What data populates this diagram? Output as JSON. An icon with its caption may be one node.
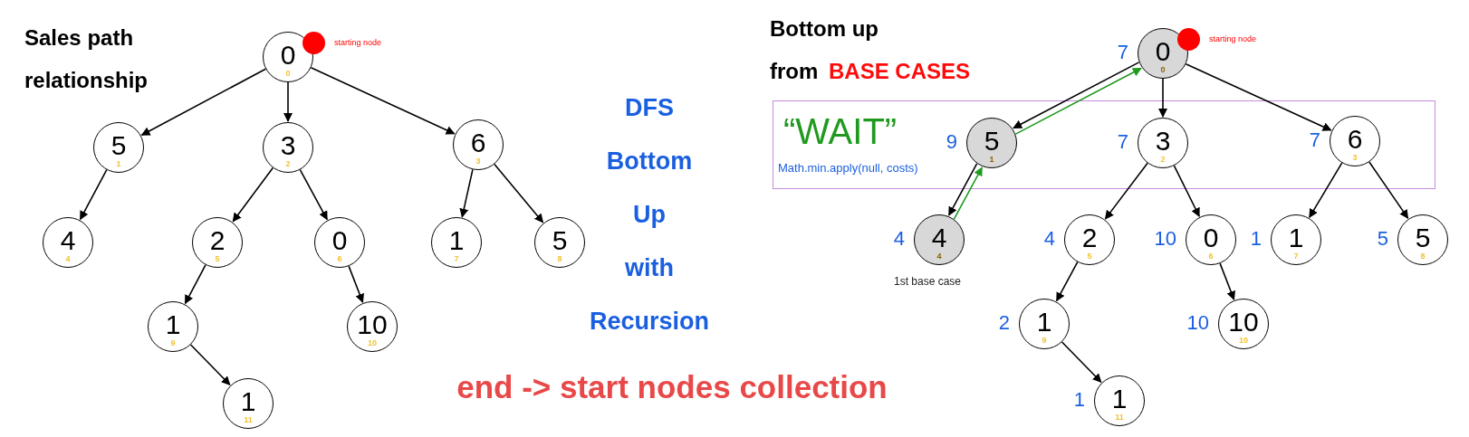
{
  "diagram": {
    "nodes": [
      {
        "text": [
          "0",
          "0"
        ],
        "beside": [
          "starting node"
        ]
      },
      {
        "text": [
          "5",
          "1"
        ]
      },
      {
        "text": [
          "3",
          "2"
        ]
      },
      {
        "text": [
          "6",
          "3"
        ]
      },
      {
        "text": [
          "4",
          "4"
        ]
      },
      {
        "text": [
          "2",
          "5"
        ]
      },
      {
        "text": [
          "0",
          "6"
        ]
      },
      {
        "text": [
          "1",
          "7"
        ]
      },
      {
        "text": [
          "5",
          "8"
        ]
      },
      {
        "text": [
          "1",
          "9"
        ]
      },
      {
        "text": [
          "10",
          "10"
        ]
      },
      {
        "text": [
          "1",
          "11"
        ]
      },
      {
        "text": [
          "0",
          "0"
        ],
        "beside": [
          "7",
          "starting node"
        ]
      },
      {
        "text": [
          "5",
          "1"
        ],
        "beside": [
          "9"
        ]
      },
      {
        "text": [
          "3",
          "2"
        ],
        "beside": [
          "7"
        ]
      },
      {
        "text": [
          "6",
          "3"
        ],
        "beside": [
          "7"
        ]
      },
      {
        "text": [
          "4",
          "4"
        ],
        "beside": [
          "4",
          "1st base case"
        ]
      },
      {
        "text": [
          "2",
          "5"
        ],
        "beside": [
          "4"
        ]
      },
      {
        "text": [
          "0",
          "6"
        ],
        "beside": [
          "10"
        ]
      },
      {
        "text": [
          "1",
          "7"
        ],
        "beside": [
          "1"
        ]
      },
      {
        "text": [
          "5",
          "8"
        ],
        "beside": [
          "5"
        ]
      },
      {
        "text": [
          "1",
          "9"
        ],
        "beside": [
          "2"
        ]
      },
      {
        "text": [
          "10",
          "10"
        ],
        "beside": [
          "10"
        ]
      },
      {
        "text": [
          "1",
          "11"
        ],
        "beside": [
          "1"
        ]
      }
    ],
    "edges": [
      {
        "from": 0,
        "to": 1,
        "arrow": "to"
      },
      {
        "from": 0,
        "to": 2,
        "arrow": "to"
      },
      {
        "from": 0,
        "to": 3,
        "arrow": "to"
      },
      {
        "from": 1,
        "to": 4,
        "arrow": "to"
      },
      {
        "from": 2,
        "to": 5,
        "arrow": "to"
      },
      {
        "from": 2,
        "to": 6,
        "arrow": "to"
      },
      {
        "from": 3,
        "to": 7,
        "arrow": "to"
      },
      {
        "from": 3,
        "to": 8,
        "arrow": "to"
      },
      {
        "from": 5,
        "to": 9,
        "arrow": "to"
      },
      {
        "from": 6,
        "to": 10,
        "arrow": "to"
      },
      {
        "from": 9,
        "to": 11,
        "arrow": "to"
      },
      {
        "from": 12,
        "to": 13,
        "arrow": "to"
      },
      {
        "from": 12,
        "to": 14,
        "arrow": "to"
      },
      {
        "from": 12,
        "to": 15,
        "arrow": "to"
      },
      {
        "from": 13,
        "to": 16,
        "arrow": "to"
      },
      {
        "from": 14,
        "to": 17,
        "arrow": "to"
      },
      {
        "from": 14,
        "to": 18,
        "arrow": "to"
      },
      {
        "from": 15,
        "to": 19,
        "arrow": "to"
      },
      {
        "from": 15,
        "to": 20,
        "arrow": "to"
      },
      {
        "from": 17,
        "to": 21,
        "arrow": "to"
      },
      {
        "from": 18,
        "to": 22,
        "arrow": "to"
      },
      {
        "from": 21,
        "to": 23,
        "arrow": "to"
      },
      {
        "from": 16,
        "to": 13,
        "arrow": "to",
        "color": "#1f9a1f"
      },
      {
        "from": 13,
        "to": 12,
        "arrow": "to",
        "color": "#1f9a1f"
      }
    ],
    "labels": [
      "Sales path relationship",
      "Bottom up",
      "from",
      "BASE CASES",
      "“WAIT”",
      "Math.min.apply(null, costs)",
      "DFS Bottom Up with Recursion",
      "end -> start nodes collection"
    ]
  }
}
